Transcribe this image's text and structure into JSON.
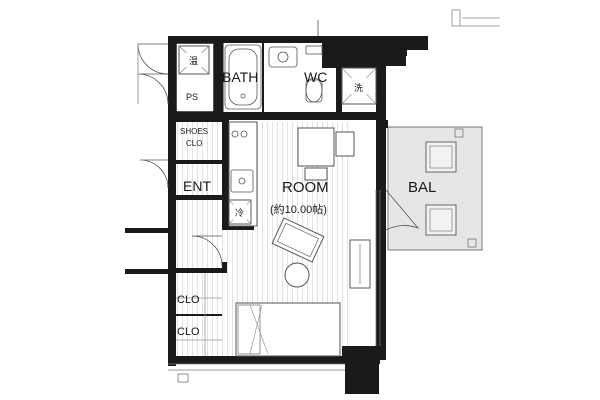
{
  "floor_plan": {
    "rooms": {
      "bath": "BATH",
      "wc": "WC",
      "room": "ROOM",
      "room_size": "(約10.00帖)",
      "bal": "BAL",
      "ent": "ENT",
      "shoes_clo_line1": "SHOES",
      "shoes_clo_line2": "CLO",
      "clo_upper": "CLO",
      "clo_lower": "CLO",
      "ps": "PS"
    },
    "symbols": {
      "water_heater": "温",
      "washer": "洗",
      "fridge": "冷"
    },
    "colors": {
      "wall": "#1a1a1a",
      "floor_grain": "#e4e4e4",
      "balcony": "#e6e6e6",
      "fixture_stroke": "#555555"
    },
    "icons": [
      "door-swing-icon",
      "sink-icon",
      "toilet-icon",
      "bathtub-icon",
      "bed-icon",
      "chair-icon",
      "table-icon",
      "stove-icon"
    ]
  }
}
